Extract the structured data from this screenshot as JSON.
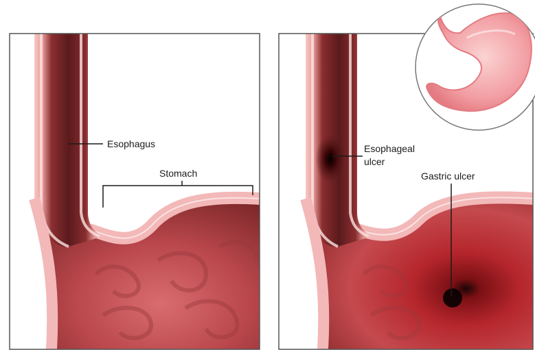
{
  "labels": {
    "esophagus": "Esophagus",
    "stomach": "Stomach",
    "esophageal_ulcer_line1": "Esophageal",
    "esophageal_ulcer_line2": "ulcer",
    "gastric_ulcer": "Gastric ulcer"
  },
  "colors": {
    "background": "#ffffff",
    "frame": "#555555",
    "tissue_wall": "#f3b8b8",
    "tissue_inner": "#c9585c",
    "lumen_dark": "#5a1a1c",
    "ulcer": "#1a0505",
    "label_text": "#1a1a1a"
  }
}
